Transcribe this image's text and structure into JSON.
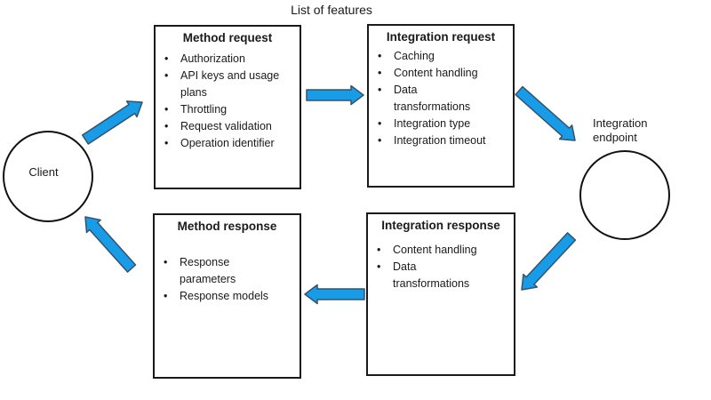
{
  "title": "List of features",
  "colors": {
    "arrow_fill": "#189CE8",
    "arrow_stroke": "#33536B",
    "box_border": "#1A1A1A",
    "text": "#1A1A1A",
    "background": "#FFFFFF"
  },
  "client": {
    "label": "Client"
  },
  "endpoint": {
    "label": [
      "Integration",
      "endpoint"
    ]
  },
  "boxes": {
    "method_request": {
      "title": "Method request",
      "items": [
        {
          "lines": [
            "Authorization"
          ]
        },
        {
          "lines": [
            "API keys and usage",
            "plans"
          ]
        },
        {
          "lines": [
            "Throttling"
          ]
        },
        {
          "lines": [
            "Request validation"
          ]
        },
        {
          "lines": [
            "Operation identifier"
          ]
        }
      ]
    },
    "integration_request": {
      "title": "Integration request",
      "items": [
        {
          "lines": [
            "Caching"
          ]
        },
        {
          "lines": [
            "Content handling"
          ]
        },
        {
          "lines": [
            "Data",
            "transformations"
          ]
        },
        {
          "lines": [
            "Integration type"
          ]
        },
        {
          "lines": [
            "Integration timeout"
          ]
        }
      ]
    },
    "method_response": {
      "title": "Method response",
      "items": [
        {
          "lines": [
            "Response",
            "parameters"
          ]
        },
        {
          "lines": [
            "Response models"
          ]
        }
      ]
    },
    "integration_response": {
      "title": "Integration response",
      "items": [
        {
          "lines": [
            "Content handling"
          ]
        },
        {
          "lines": [
            "Data",
            "transformations"
          ]
        }
      ]
    }
  },
  "arrows": [
    {
      "from": "Client",
      "to": "Method request"
    },
    {
      "from": "Method request",
      "to": "Integration request"
    },
    {
      "from": "Integration request",
      "to": "Integration endpoint"
    },
    {
      "from": "Integration endpoint",
      "to": "Integration response"
    },
    {
      "from": "Integration response",
      "to": "Method response"
    },
    {
      "from": "Method response",
      "to": "Client"
    }
  ]
}
